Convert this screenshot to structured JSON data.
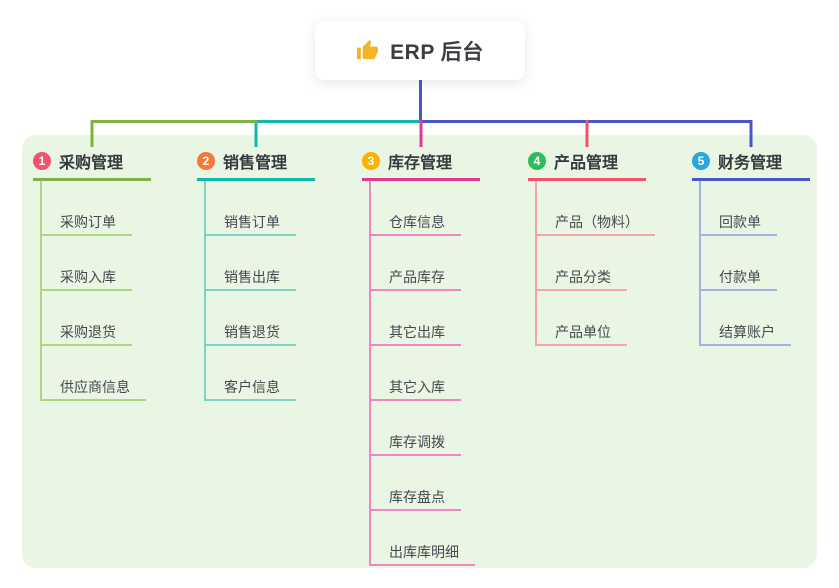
{
  "canvas": {
    "background": "#e9f6e3"
  },
  "root": {
    "title": "ERP 后台",
    "icon": "thumbs-up-icon",
    "icon_color": "#f4b426",
    "line_color": "#4956c5"
  },
  "branches": [
    {
      "index": "1",
      "label": "采购管理",
      "badge_color": "#f4516c",
      "line_color": "#7cb342",
      "child_line_color": "#aed581",
      "children": [
        "采购订单",
        "采购入库",
        "采购退货",
        "供应商信息"
      ]
    },
    {
      "index": "2",
      "label": "销售管理",
      "badge_color": "#f6793b",
      "line_color": "#10b8ab",
      "child_line_color": "#7fd4c8",
      "children": [
        "销售订单",
        "销售出库",
        "销售退货",
        "客户信息"
      ]
    },
    {
      "index": "3",
      "label": "库存管理",
      "badge_color": "#ffb100",
      "line_color": "#e03a92",
      "child_line_color": "#f186c2",
      "children": [
        "仓库信息",
        "产品库存",
        "其它出库",
        "其它入库",
        "库存调拨",
        "库存盘点",
        "出库库明细"
      ]
    },
    {
      "index": "4",
      "label": "产品管理",
      "badge_color": "#2dbd5c",
      "line_color": "#f4516c",
      "child_line_color": "#f9a3ab",
      "children": [
        "产品（物料）",
        "产品分类",
        "产品单位"
      ]
    },
    {
      "index": "5",
      "label": "财务管理",
      "badge_color": "#29a6dd",
      "line_color": "#4956c5",
      "child_line_color": "#a4b1e2",
      "children": [
        "回款单",
        "付款单",
        "结算账户"
      ]
    }
  ]
}
